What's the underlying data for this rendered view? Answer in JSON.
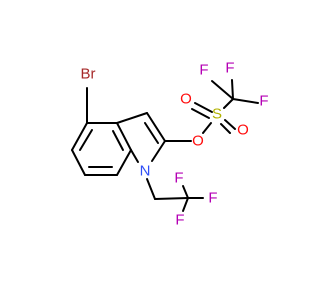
{
  "molecule": {
    "atoms": {
      "br": {
        "label": "Br",
        "color": "#a62929"
      },
      "n": {
        "label": "N",
        "color": "#3050f8"
      },
      "o_ester": {
        "label": "O",
        "color": "#ff0d0d"
      },
      "s": {
        "label": "S",
        "color": "#b2b200"
      },
      "o_s_left": {
        "label": "O",
        "color": "#ff0d0d"
      },
      "o_s_bottom": {
        "label": "O",
        "color": "#ff0d0d"
      },
      "f_cf3_top": {
        "label": "F",
        "color": "#b400b4"
      },
      "f_cf3_right": {
        "label": "F",
        "color": "#b400b4"
      },
      "f_cf3_left": {
        "label": "F",
        "color": "#b400b4"
      },
      "f_tfe_top": {
        "label": "F",
        "color": "#b400b4"
      },
      "f_tfe_right": {
        "label": "F",
        "color": "#b400b4"
      },
      "f_tfe_bottom": {
        "label": "F",
        "color": "#b400b4"
      }
    },
    "bond_color": "#000000"
  }
}
